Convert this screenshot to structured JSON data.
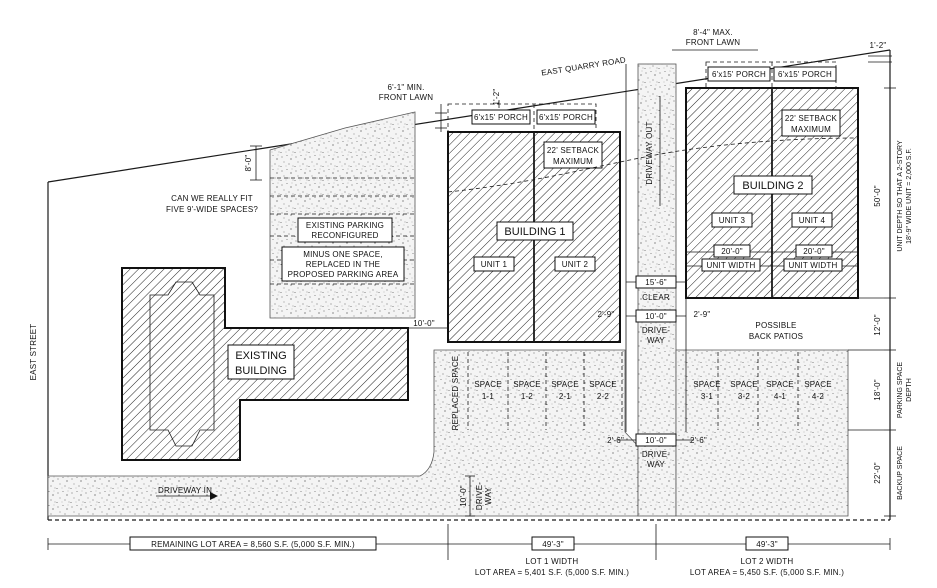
{
  "roads": {
    "east_quarry_road": "EAST QUARRY ROAD",
    "east_street": "EAST STREET"
  },
  "buildings": {
    "building1": "BUILDING 1",
    "building2": "BUILDING 2",
    "existing_line1": "EXISTING",
    "existing_line2": "BUILDING",
    "unit1": "UNIT 1",
    "unit2": "UNIT 2",
    "unit3": "UNIT 3",
    "unit4": "UNIT 4"
  },
  "porches": {
    "b1_left": "6'x15' PORCH",
    "b1_right": "6'x15' PORCH",
    "b2_left": "6'x15' PORCH",
    "b2_right": "6'x15' PORCH"
  },
  "setbacks": {
    "b1_line1": "22' SETBACK",
    "b1_line2": "MAXIMUM",
    "b2_line1": "22' SETBACK",
    "b2_line2": "MAXIMUM"
  },
  "notes": {
    "front_lawn_min_1": "6'-1\" MIN.",
    "front_lawn_min_2": "FRONT LAWN",
    "front_lawn_max_1": "8'-4\" MAX.",
    "front_lawn_max_2": "FRONT LAWN",
    "question_1": "CAN WE REALLY FIT",
    "question_2": "FIVE 9'-WIDE SPACES?",
    "reconf_1": "EXISTING PARKING",
    "reconf_2": "RECONFIGURED",
    "minus_1": "MINUS ONE SPACE,",
    "minus_2": "REPLACED IN THE",
    "minus_3": "PROPOSED PARKING AREA",
    "patios_1": "POSSIBLE",
    "patios_2": "BACK PATIOS",
    "replaced_space": "REPLACED SPACE",
    "driveway_out": "DRIVEWAY OUT",
    "driveway_in": "DRIVEWAY IN",
    "clear": "CLEAR",
    "driveway_1": "DRIVE-",
    "driveway_2": "WAY",
    "unit_width": "UNIT WIDTH",
    "depth_1": "UNIT DEPTH SO THAT A 2-STORY",
    "depth_2": "18'-9\" WIDE UNIT = 2,000 S.F.",
    "park_depth_1": "PARKING SPACE",
    "park_depth_2": "DEPTH",
    "backup": "BACKUP SPACE"
  },
  "spaces": {
    "word": "SPACE",
    "ids": [
      "1-1",
      "1-2",
      "2-1",
      "2-2",
      "3-1",
      "3-2",
      "4-1",
      "4-2"
    ]
  },
  "dimensions": {
    "d_1_2": "1'-2\"",
    "d_1_2b": "1'-2\"",
    "d_8_0": "8'-0\"",
    "d_10_0_left": "10'-0\"",
    "d_15_6": "15'-6\"",
    "d_10_0_mid": "10'-0\"",
    "d_10_0_low": "10'-0\"",
    "d_2_9_l": "2'-9\"",
    "d_2_9_r": "2'-9\"",
    "d_2_6_l": "2'-6\"",
    "d_2_6_r": "2'-6\"",
    "d_20_0_l": "20'-0\"",
    "d_20_0_r": "20'-0\"",
    "d_50_0": "50'-0\"",
    "d_12_0": "12'-0\"",
    "d_18_0": "18'-0\"",
    "d_22_0": "22'-0\"",
    "d_10_0_vert": "10'-0\"",
    "d_49_3_l": "49'-3\"",
    "d_49_3_r": "49'-3\""
  },
  "lots": {
    "remaining": "REMAINING LOT AREA = 8,560 S.F. (5,000 S.F. MIN.)",
    "lot1_width": "LOT 1 WIDTH",
    "lot1_area": "LOT AREA = 5,401 S.F. (5,000 S.F. MIN.)",
    "lot2_width": "LOT 2 WIDTH",
    "lot2_area": "LOT AREA = 5,450 S.F. (5,000 S.F. MIN.)"
  }
}
